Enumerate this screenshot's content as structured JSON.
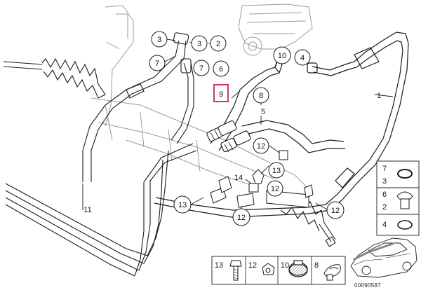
{
  "diagram_id": "00090587",
  "callouts": {
    "c3a": "3",
    "c3b": "3",
    "c2": "2",
    "c7a": "7",
    "c7b": "7",
    "c6": "6",
    "c10": "10",
    "c4": "4",
    "c9": "9",
    "c8": "8",
    "c1": "1",
    "c5": "5",
    "c12a": "12",
    "c12b": "12",
    "c12c": "12",
    "c12d": "12",
    "c13a": "13",
    "c13b": "13",
    "c14": "14",
    "c11": "11"
  },
  "side_panel": [
    "7",
    "3",
    "6",
    "2",
    "4"
  ],
  "bottom_panel": [
    "13",
    "12",
    "10",
    "8"
  ],
  "colors": {
    "line": "#1a1a1a",
    "faint": "#b8b8b8",
    "highlight": "#d6307a"
  }
}
